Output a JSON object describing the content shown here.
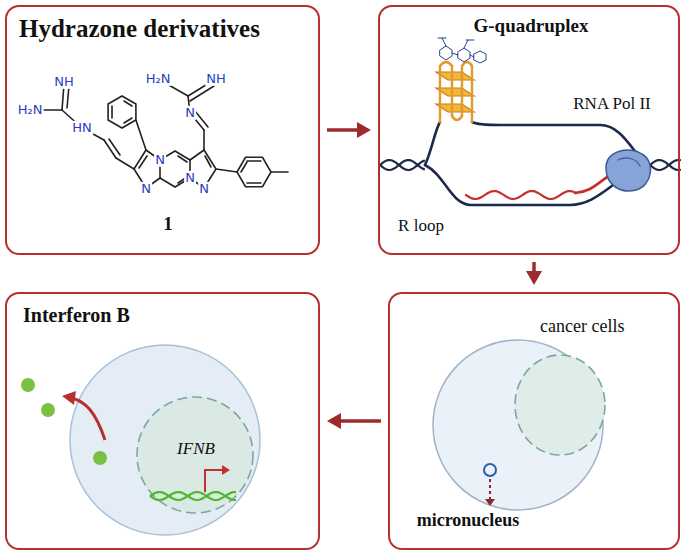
{
  "diagram": {
    "nodes": [
      {
        "text": [
          "Hydrazone derivatives"
        ]
      },
      {
        "text": [
          "G-quadruplex"
        ]
      },
      {
        "text": [
          "cancer cells"
        ]
      },
      {
        "text": [
          "Interferon B"
        ]
      }
    ],
    "edges": [
      {
        "from": 0,
        "to": 1,
        "arrow": "to"
      },
      {
        "from": 1,
        "to": 2,
        "arrow": "to"
      },
      {
        "from": 2,
        "to": 3,
        "arrow": "to"
      }
    ],
    "labels": [
      "1",
      "H₂N",
      "NH",
      "HN",
      "H₂N",
      "NH",
      "N",
      "N",
      "N",
      "N",
      "N",
      "RNA Pol II",
      "R loop",
      "micronucleus",
      "IFNB"
    ]
  }
}
